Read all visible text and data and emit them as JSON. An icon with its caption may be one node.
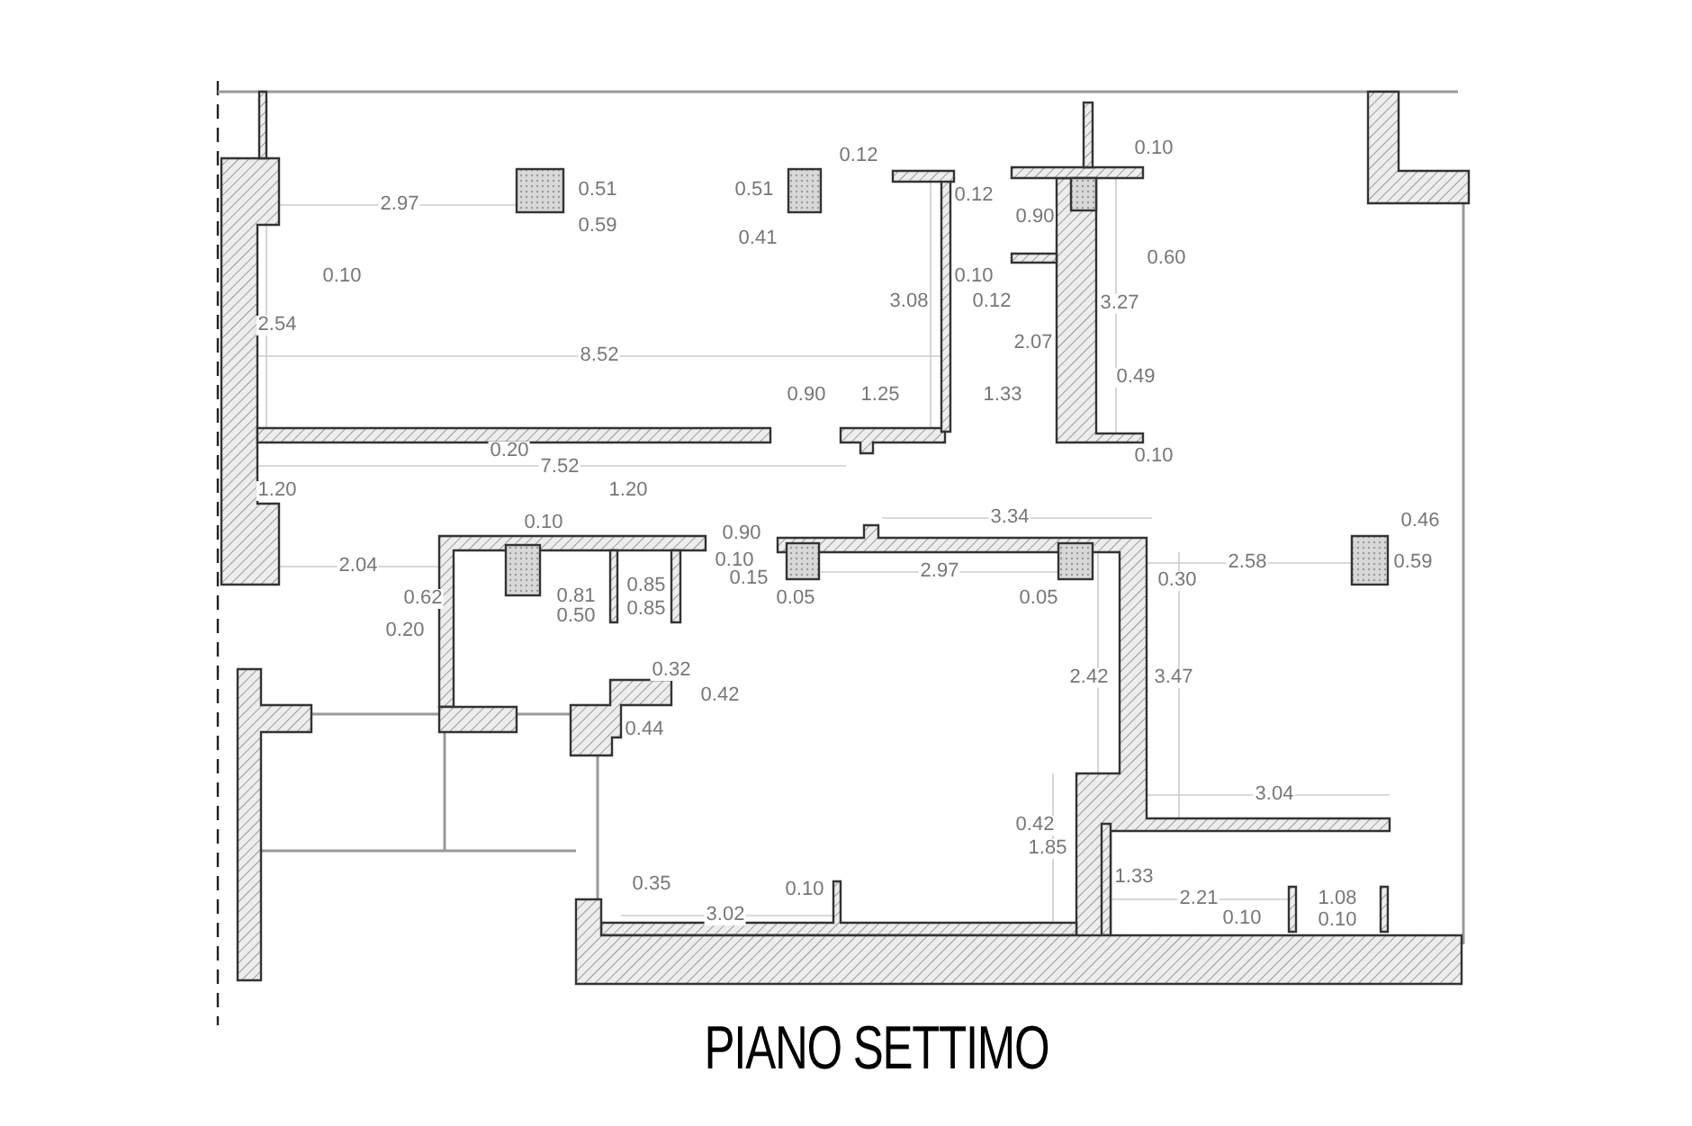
{
  "diagram": {
    "title": "PIANO SETTIMO",
    "labels": [
      "0.12",
      "0.10",
      "2.97",
      "0.51",
      "0.51",
      "0.12",
      "0.59",
      "0.41",
      "0.90",
      "0.60",
      "0.10",
      "0.10",
      "3.08",
      "0.12",
      "3.27",
      "2.54",
      "2.07",
      "8.52",
      "0.49",
      "0.90",
      "1.25",
      "1.33",
      "0.20",
      "0.10",
      "7.52",
      "1.20",
      "1.20",
      "0.10",
      "3.34",
      "0.46",
      "0.90",
      "2.04",
      "0.10",
      "0.85",
      "0.15",
      "2.97",
      "0.05",
      "0.05",
      "0.30",
      "2.58",
      "0.59",
      "0.62",
      "0.81",
      "0.85",
      "0.50",
      "0.20",
      "2.42",
      "3.47",
      "0.32",
      "0.42",
      "0.44",
      "3.04",
      "0.42",
      "1.85",
      "1.33",
      "0.35",
      "0.10",
      "2.21",
      "1.08",
      "3.02",
      "0.10",
      "0.10"
    ]
  }
}
